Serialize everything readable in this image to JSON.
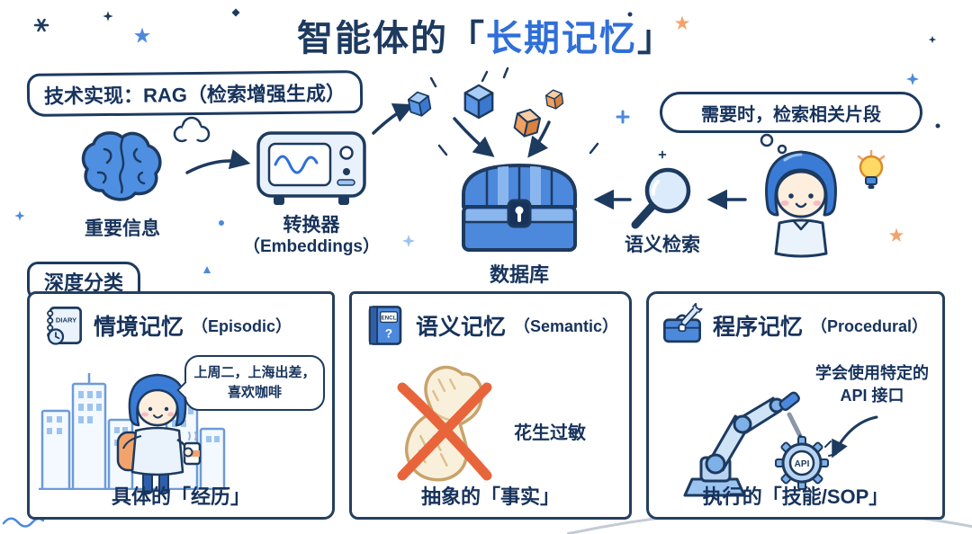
{
  "page": {
    "title_prefix": "智能体的",
    "title_bracket_open": "「",
    "title_highlight": "长期记忆",
    "title_bracket_close": "」"
  },
  "rag": {
    "badge": "技术实现：RAG（检索增强生成）",
    "brain_label": "重要信息",
    "converter_label": "转换器",
    "converter_sublabel": "（Embeddings）",
    "database_label": "数据库",
    "search_label": "语义检索",
    "thought_bubble": "需要时，检索相关片段"
  },
  "classification": {
    "badge": "深度分类",
    "cards": [
      {
        "title": "情境记忆",
        "subtitle": "（Episodic）",
        "icon_label": "DIARY",
        "speech_bubble": "上周二，上海出差，\n喜欢咖啡",
        "footer": "具体的「经历」"
      },
      {
        "title": "语义记忆",
        "subtitle": "（Semantic）",
        "icon_label": "ENCL",
        "icon_sublabel": "?",
        "annotation": "花生过敏",
        "footer": "抽象的「事实」"
      },
      {
        "title": "程序记忆",
        "subtitle": "（Procedural）",
        "annotation": "学会使用特定的\nAPI 接口",
        "gear_label": "API",
        "footer": "执行的「技能/SOP」"
      }
    ]
  },
  "colors": {
    "navy": "#1d3a5f",
    "blue": "#2f6fd8",
    "mid_blue": "#4c89dd",
    "light_blue": "#9cc4f0",
    "orange": "#f2a36b",
    "red_orange": "#e8653c",
    "cream": "#fdeedd"
  }
}
